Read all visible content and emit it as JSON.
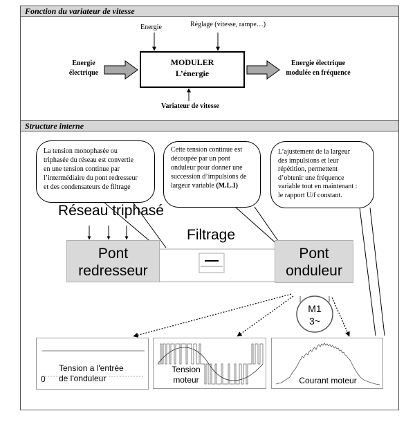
{
  "sections": {
    "function_title": "Fonction du variateur de vitesse",
    "structure_title": "Structure interne"
  },
  "function_block": {
    "input_top_left": "Energie",
    "input_top_right": "Réglage (vitesse, rampe…)",
    "input_left_line1": "Energie",
    "input_left_line2": "électrique",
    "main_line1": "MODULER",
    "main_line2": "L’énergie",
    "output_line1": "Energie électrique",
    "output_line2": "modulée en fréquence",
    "bottom": "Variateur de vitesse"
  },
  "bubbles": {
    "left": [
      "La tension monophasée ou",
      "triphasée du réseau est convertie",
      "en une tension continue par",
      "l’intermédiaire du pont redresseur",
      "et des condensateurs de filtrage"
    ],
    "middle_lines": [
      "Cette tension continue est",
      "découpée par un pont",
      "onduleur pour donner une",
      "succession d’impulsions de"
    ],
    "middle_last": "largeur variable ",
    "middle_bold": "(M.L.I)",
    "right": [
      "L’ajustement de la largeur",
      "des impulsions et leur",
      "répétition, permettent",
      "d’obtenir une fréquence",
      "variable tout en maintenant :",
      "le rapport U/f constant."
    ]
  },
  "structure": {
    "network": "Réseau triphasé",
    "filter": "Filtrage",
    "rectifier_line1": "Pont",
    "rectifier_line2": "redresseur",
    "inverter_line1": "Pont",
    "inverter_line2": "onduleur",
    "motor_line1": "M1",
    "motor_line2": "3~"
  },
  "panels": {
    "p1_line1": "Tension a l'entrée",
    "p1_line2": "de l'onduleur",
    "p1_zero": "0",
    "p2_line1": "Tension",
    "p2_line2": "moteur",
    "p3_label": "Courant moteur"
  }
}
